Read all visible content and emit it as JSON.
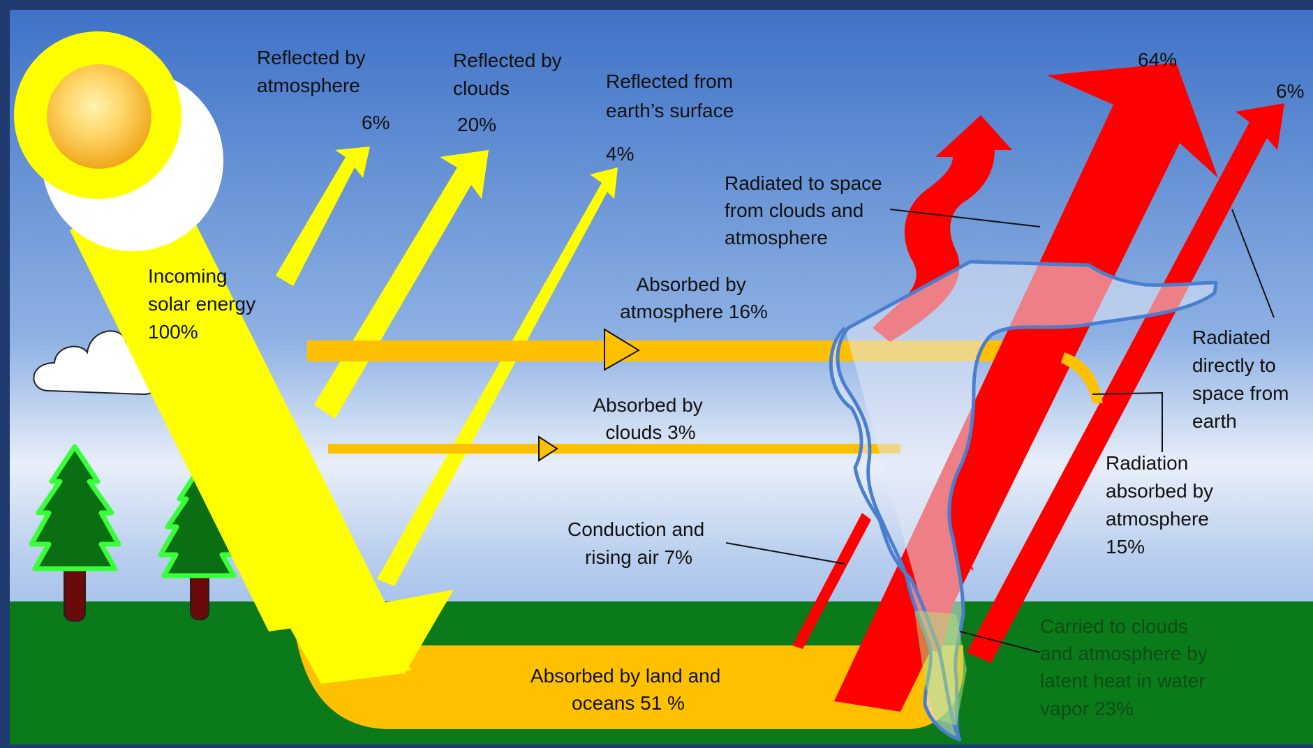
{
  "labels": {
    "reflected_atmosphere": [
      "Reflected by",
      "atmosphere"
    ],
    "reflected_atmosphere_pct": "6%",
    "reflected_clouds": [
      "Reflected by",
      "clouds"
    ],
    "reflected_clouds_pct": "20%",
    "reflected_surface": [
      "Reflected from",
      "earth’s surface"
    ],
    "reflected_surface_pct": "4%",
    "incoming": [
      "Incoming",
      "solar energy",
      "100%"
    ],
    "absorbed_atmosphere": [
      "Absorbed by",
      "atmosphere 16%"
    ],
    "absorbed_clouds": [
      "Absorbed by",
      "clouds 3%"
    ],
    "conduction": [
      "Conduction and",
      "rising air 7%"
    ],
    "absorbed_land": [
      "Absorbed by land and",
      "oceans 51 %"
    ],
    "radiated_clouds": [
      "Radiated to space",
      "from clouds and",
      "atmosphere"
    ],
    "radiated_clouds_pct": "64%",
    "radiated_directly": [
      "Radiated",
      "directly to",
      "space from",
      "earth"
    ],
    "radiated_directly_pct": "6%",
    "radiation_absorbed": [
      "Radiation",
      "absorbed by",
      "atmosphere",
      "15%"
    ],
    "latent_heat": [
      "Carried to clouds",
      "and atmosphere by",
      "latent heat in water",
      "vapor 23%"
    ]
  },
  "colors": {
    "sky_top": "#3f72c6",
    "sky_bottom": "#e6eef8",
    "ground": "#0a7a1a",
    "sun_beam": "#ffff00",
    "absorbed": "#ffc000",
    "infrared": "#ff0000",
    "cloud_outline": "#4a7fd0",
    "tree": "#0a6e12",
    "tree_glow": "#39ff3a",
    "trunk": "#6b0a0a"
  }
}
